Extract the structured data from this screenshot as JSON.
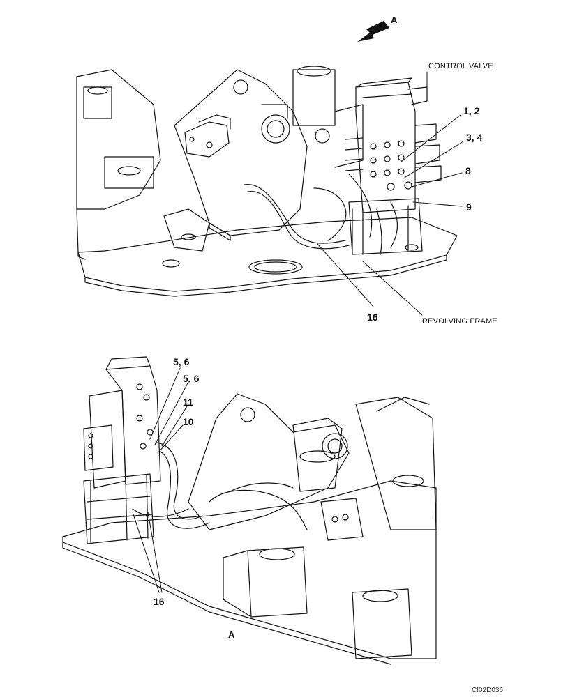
{
  "top_view": {
    "view_arrow_label": "A",
    "control_valve_label": "CONTROL VALVE",
    "revolving_frame_label": "REVOLVING FRAME",
    "callout_1_2": "1, 2",
    "callout_3_4": "3, 4",
    "callout_8": "8",
    "callout_9": "9",
    "callout_16": "16"
  },
  "bottom_view": {
    "callout_5_6_a": "5, 6",
    "callout_5_6_b": "5, 6",
    "callout_11": "11",
    "callout_10": "10",
    "callout_16": "16",
    "view_label": "A"
  },
  "drawing_code": "CI02D036"
}
